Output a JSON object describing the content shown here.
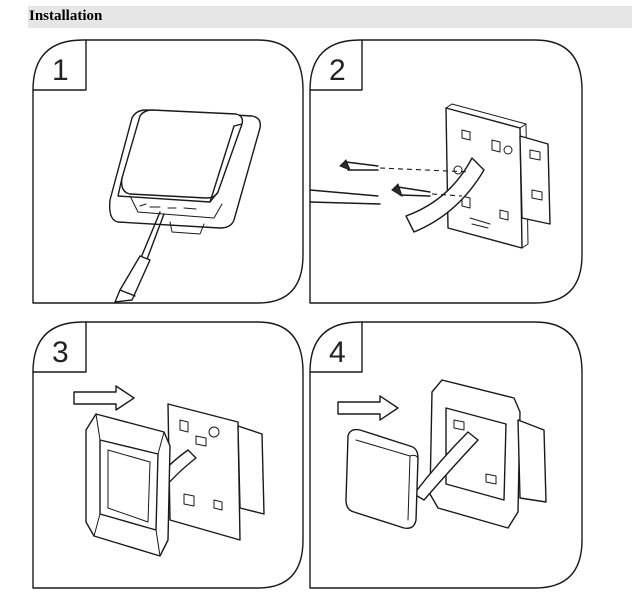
{
  "header": {
    "title": "Installation"
  },
  "steps": [
    {
      "number": "1",
      "icon": "thermostat-pry-with-screwdriver-icon"
    },
    {
      "number": "2",
      "icon": "mount-back-plate-with-screws-icon"
    },
    {
      "number": "3",
      "icon": "attach-frame-icon"
    },
    {
      "number": "4",
      "icon": "attach-front-panel-icon"
    }
  ]
}
